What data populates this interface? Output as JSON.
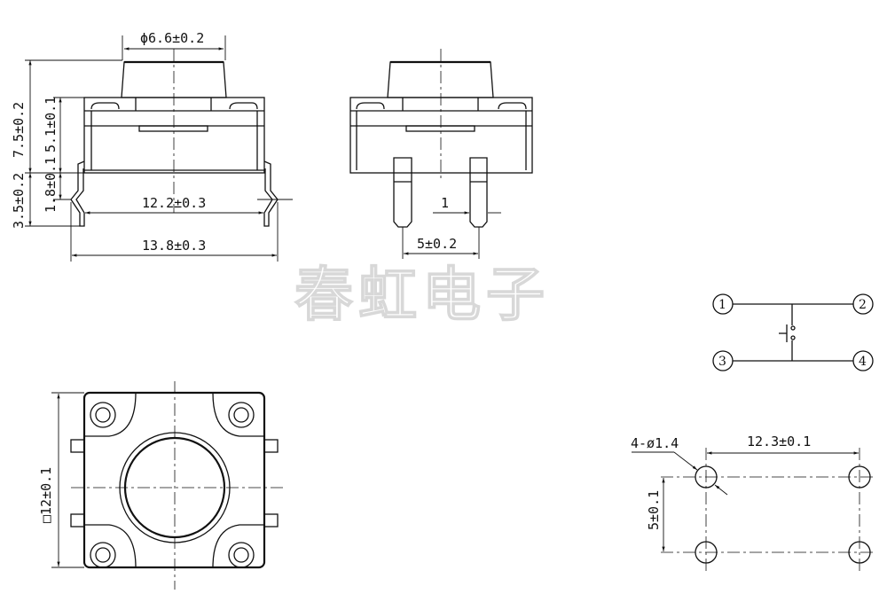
{
  "side_view": {
    "button_diameter": "ϕ6.6±0.2",
    "total_height": "7.5±0.2",
    "body_height": "5.1±0.1",
    "standoff": "1.8±0.1",
    "pin_length": "3.5±0.2",
    "body_width": "12.2±0.3",
    "pin_span": "13.8±0.3"
  },
  "front_view": {
    "pin_width": "1",
    "pin_pitch": "5±0.2"
  },
  "watermark": "春虹电子",
  "schematic": {
    "pins": [
      "1",
      "2",
      "3",
      "4"
    ]
  },
  "top_view": {
    "body_size": "□12±0.1"
  },
  "footprint": {
    "hole_spec": "4-ø1.4",
    "horizontal_pitch": "12.3±0.1",
    "vertical_pitch": "5±0.1"
  }
}
